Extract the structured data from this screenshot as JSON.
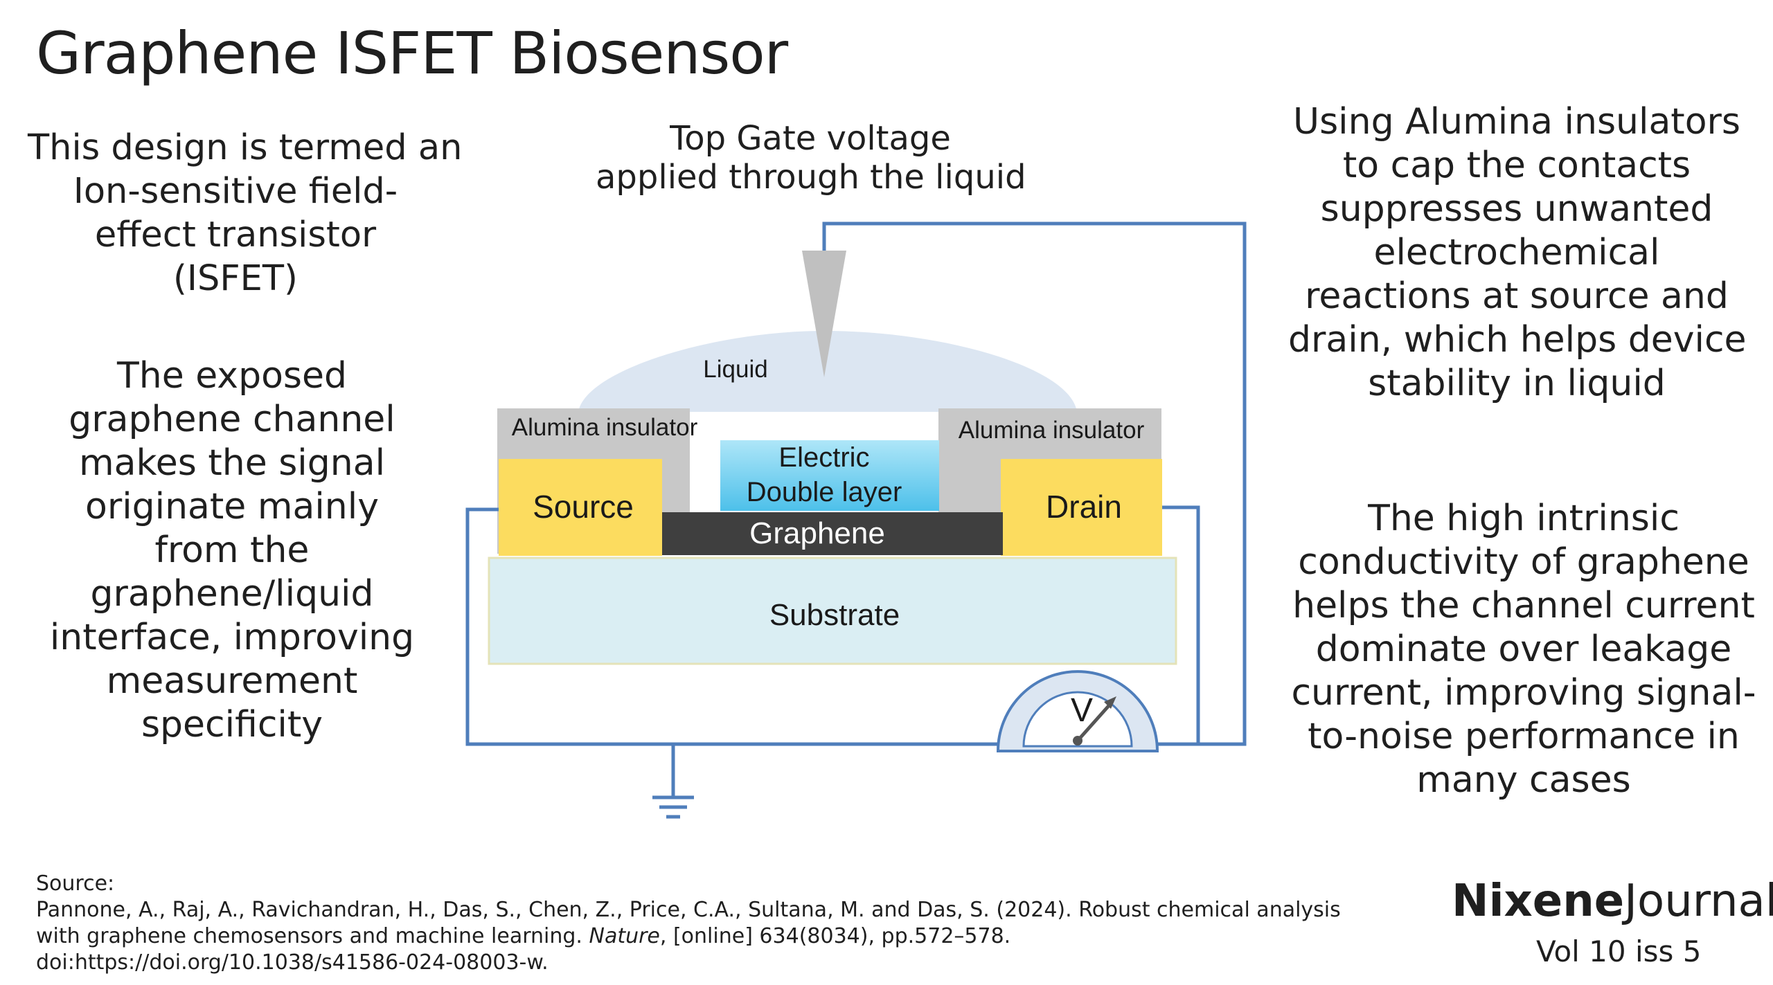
{
  "title": "Graphene ISFET Biosensor",
  "left_top": [
    "This design is termed an",
    "Ion-sensitive field-",
    "effect transistor",
    "(ISFET)"
  ],
  "left_bottom": [
    "The exposed",
    "graphene channel",
    "makes the signal",
    "originate mainly",
    "from the",
    "graphene/liquid",
    "interface, improving",
    "measurement",
    "specificity"
  ],
  "gate_label": [
    "Top Gate voltage",
    "applied through the liquid"
  ],
  "right_top": [
    "Using Alumina insulators",
    "to cap the contacts",
    "suppresses unwanted",
    "electrochemical",
    "reactions at source and",
    "drain, which helps device",
    "stability in liquid"
  ],
  "right_bottom": [
    "The high intrinsic",
    "conductivity of graphene",
    "helps the channel current",
    "dominate over leakage",
    "current, improving signal-",
    "to-noise performance in",
    "many cases"
  ],
  "diagram": {
    "liquid": "Liquid",
    "alumina_left": "Alumina insulator",
    "alumina_right": "Alumina insulator",
    "edl_line1": "Electric",
    "edl_line2": "Double layer",
    "source": "Source",
    "drain": "Drain",
    "graphene": "Graphene",
    "substrate": "Substrate",
    "meter": "V"
  },
  "source": {
    "label": "Source:",
    "line1": "Pannone, A., Raj, A., Ravichandran, H., Das, S., Chen, Z., Price, C.A., Sultana, M. and Das, S. (2024). Robust chemical analysis",
    "line2_pre": "with graphene chemosensors and machine learning. ",
    "line2_journal": "Nature",
    "line2_post": ", [online] 634(8034), pp.572–578.",
    "line3": "doi:https://doi.org/10.1038/s41586-024-08003-w."
  },
  "brand": {
    "bold": "Nixene",
    "light": "Journal",
    "volume": "Vol 10  iss 5"
  },
  "colors": {
    "wire": "#4f7ebb",
    "liquid": "#dce6f2",
    "alumina": "#c8c8c8",
    "electrode": "#fcdc5f",
    "graphene": "#3f3f3f",
    "substrate": "#daeef3",
    "edl": "#5dc8ec"
  }
}
